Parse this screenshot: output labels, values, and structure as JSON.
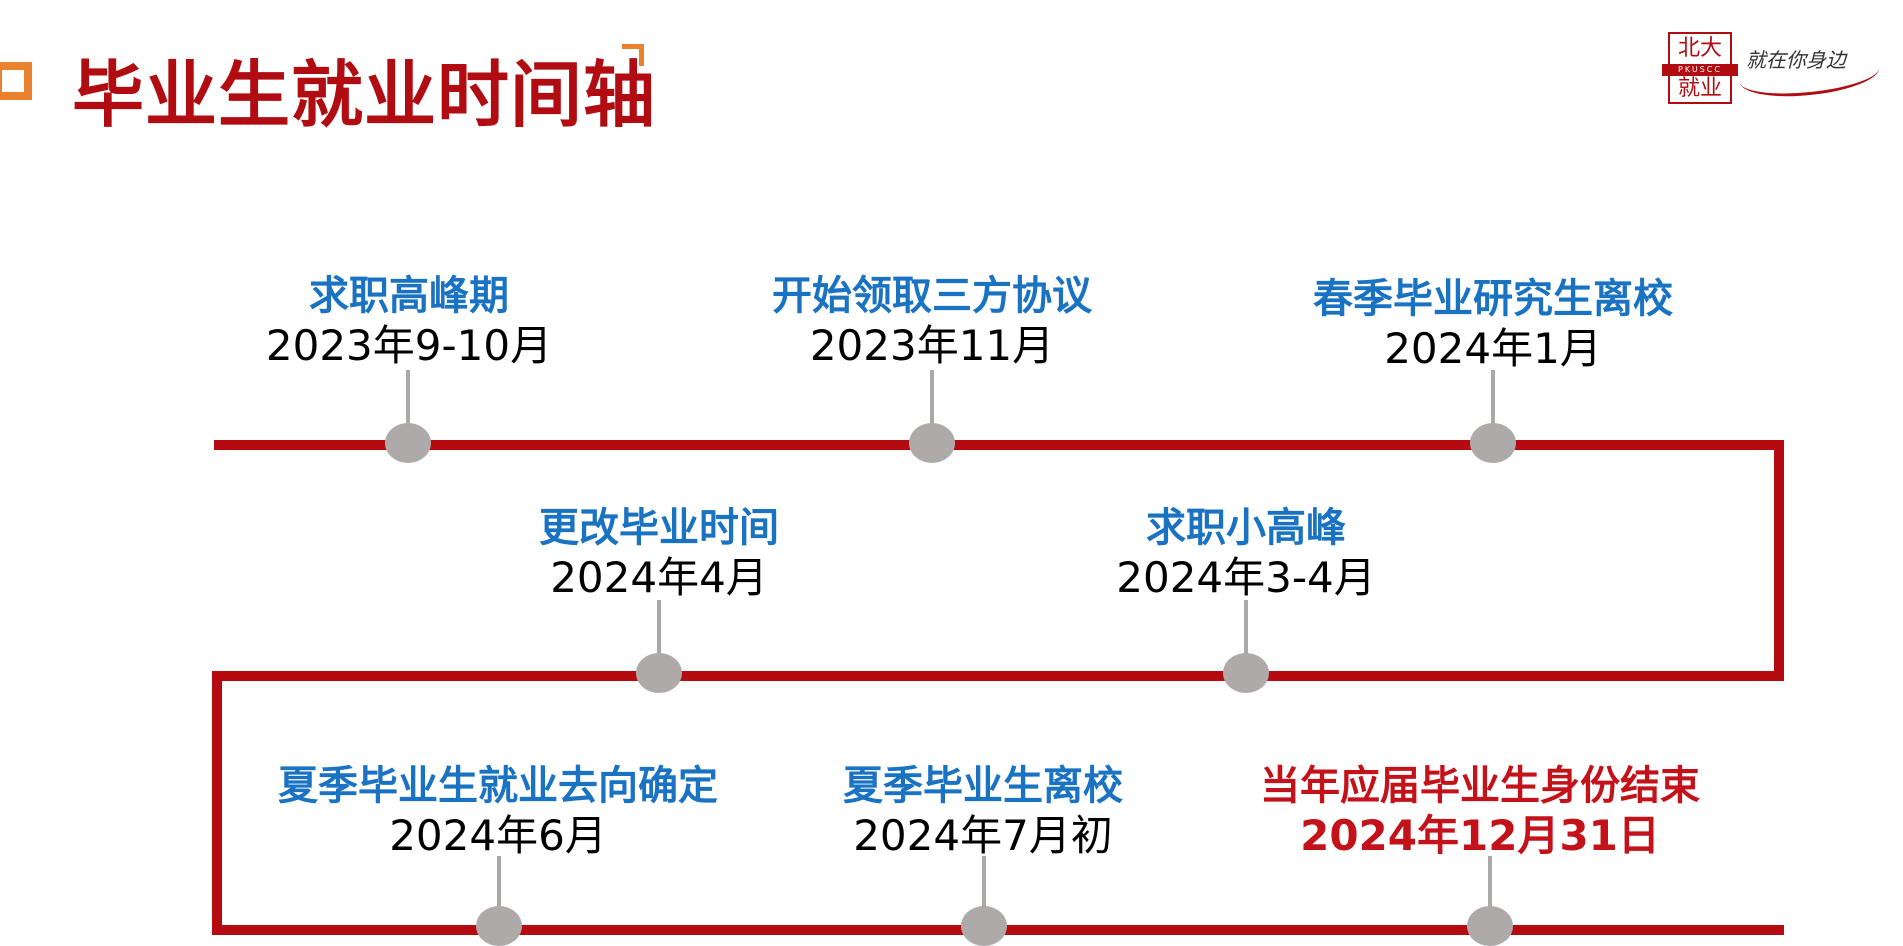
{
  "header": {
    "title": "毕业生就业时间轴"
  },
  "logo": {
    "seal_top": "北大",
    "seal_band": "PKUSCC",
    "seal_bottom": "就业",
    "slogan": "就在你身边"
  },
  "colors": {
    "accent_orange": "#e9812f",
    "brand_red": "#b00c12",
    "timeline_red": "#b50a10",
    "event_blue": "#1a73c2",
    "node_gray": "#aeaaaa"
  },
  "timeline": {
    "row1": [
      {
        "title": "求职高峰期",
        "date": "2023年9-10月"
      },
      {
        "title": "开始领取三方协议",
        "date": "2023年11月"
      },
      {
        "title": "春季毕业研究生离校",
        "date": "2024年1月"
      }
    ],
    "row2": [
      {
        "title": "求职小高峰",
        "date": "2024年3-4月"
      },
      {
        "title": "更改毕业时间",
        "date": "2024年4月"
      }
    ],
    "row3": [
      {
        "title": "夏季毕业生就业去向确定",
        "date": "2024年6月"
      },
      {
        "title": "夏季毕业生离校",
        "date": "2024年7月初"
      },
      {
        "title": "当年应届毕业生身份结束",
        "date": "2024年12月31日"
      }
    ]
  }
}
